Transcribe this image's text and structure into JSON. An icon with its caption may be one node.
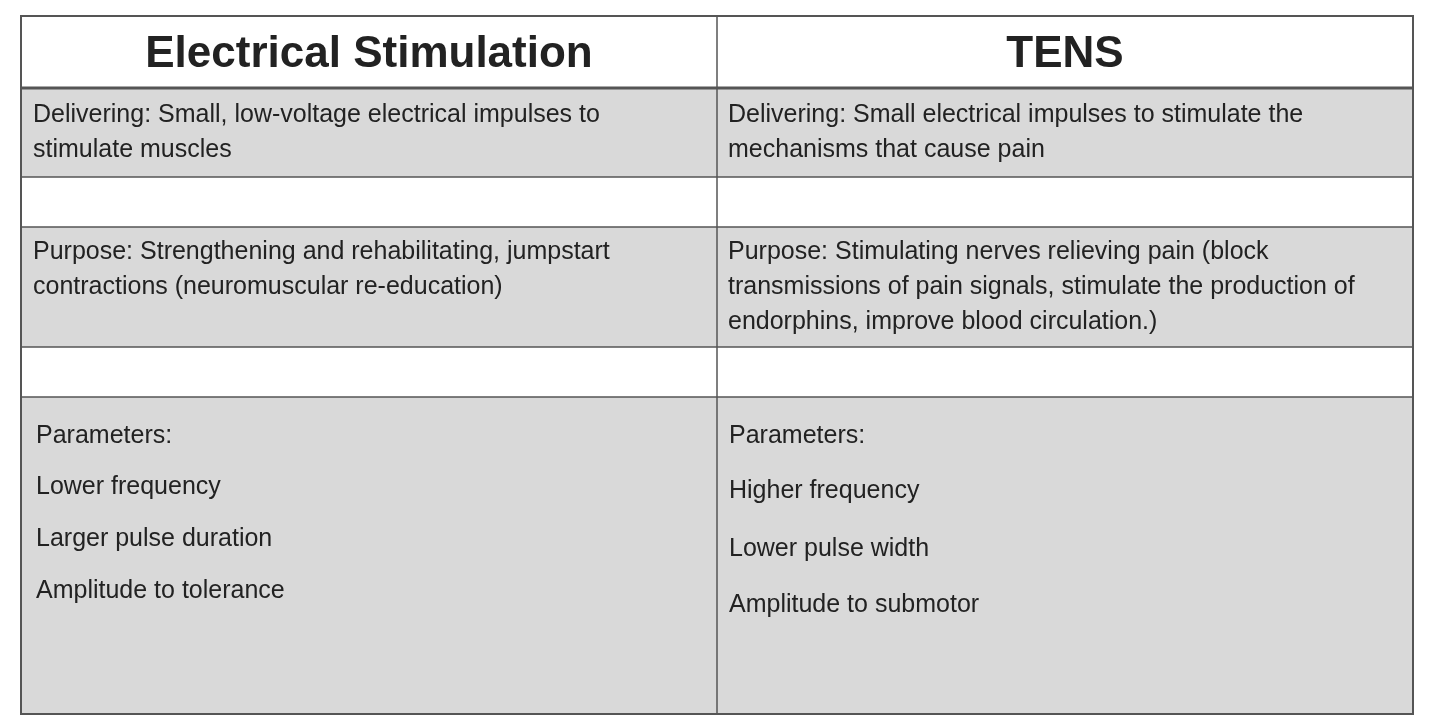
{
  "diagram": {
    "labels": [
      "Electrical Stimulation",
      "TENS",
      "Delivering: Small, low-voltage electrical impulses to stimulate muscles",
      "Delivering: Small electrical impulses to stimulate the mechanisms that cause pain",
      "Purpose: Strengthening and rehabilitating, jumpstart contractions (neuromuscular re-education)",
      "Purpose: Stimulating nerves relieving pain (block transmissions of pain signals, stimulate the production of endorphins, improve blood circulation.)",
      "Parameters:",
      "Lower frequency",
      "Larger pulse duration",
      "Amplitude to tolerance",
      "Parameters:",
      "Higher frequency",
      "Lower pulse width",
      "Amplitude to submotor"
    ]
  }
}
